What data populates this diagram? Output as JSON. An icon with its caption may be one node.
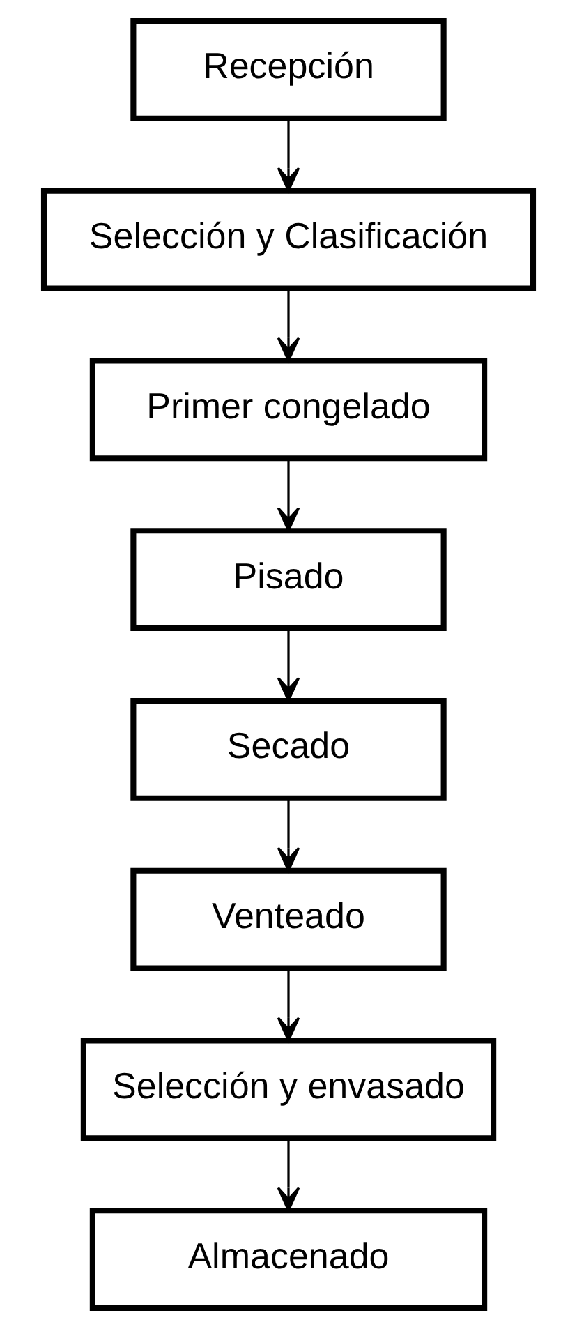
{
  "diagram": {
    "nodes": [
      {
        "text": [
          "Recepción"
        ]
      },
      {
        "text": [
          "Selección y Clasificación"
        ]
      },
      {
        "text": [
          "Primer congelado"
        ]
      },
      {
        "text": [
          "Pisado"
        ]
      },
      {
        "text": [
          "Secado"
        ]
      },
      {
        "text": [
          "Venteado"
        ]
      },
      {
        "text": [
          "Selección y envasado"
        ]
      },
      {
        "text": [
          "Almacenado"
        ]
      }
    ],
    "edges": [
      {
        "from": 0,
        "to": 1,
        "arrow": "to"
      },
      {
        "from": 1,
        "to": 2,
        "arrow": "to"
      },
      {
        "from": 2,
        "to": 3,
        "arrow": "to"
      },
      {
        "from": 3,
        "to": 4,
        "arrow": "to"
      },
      {
        "from": 4,
        "to": 5,
        "arrow": "to"
      },
      {
        "from": 5,
        "to": 6,
        "arrow": "to"
      },
      {
        "from": 6,
        "to": 7,
        "arrow": "to"
      }
    ]
  }
}
